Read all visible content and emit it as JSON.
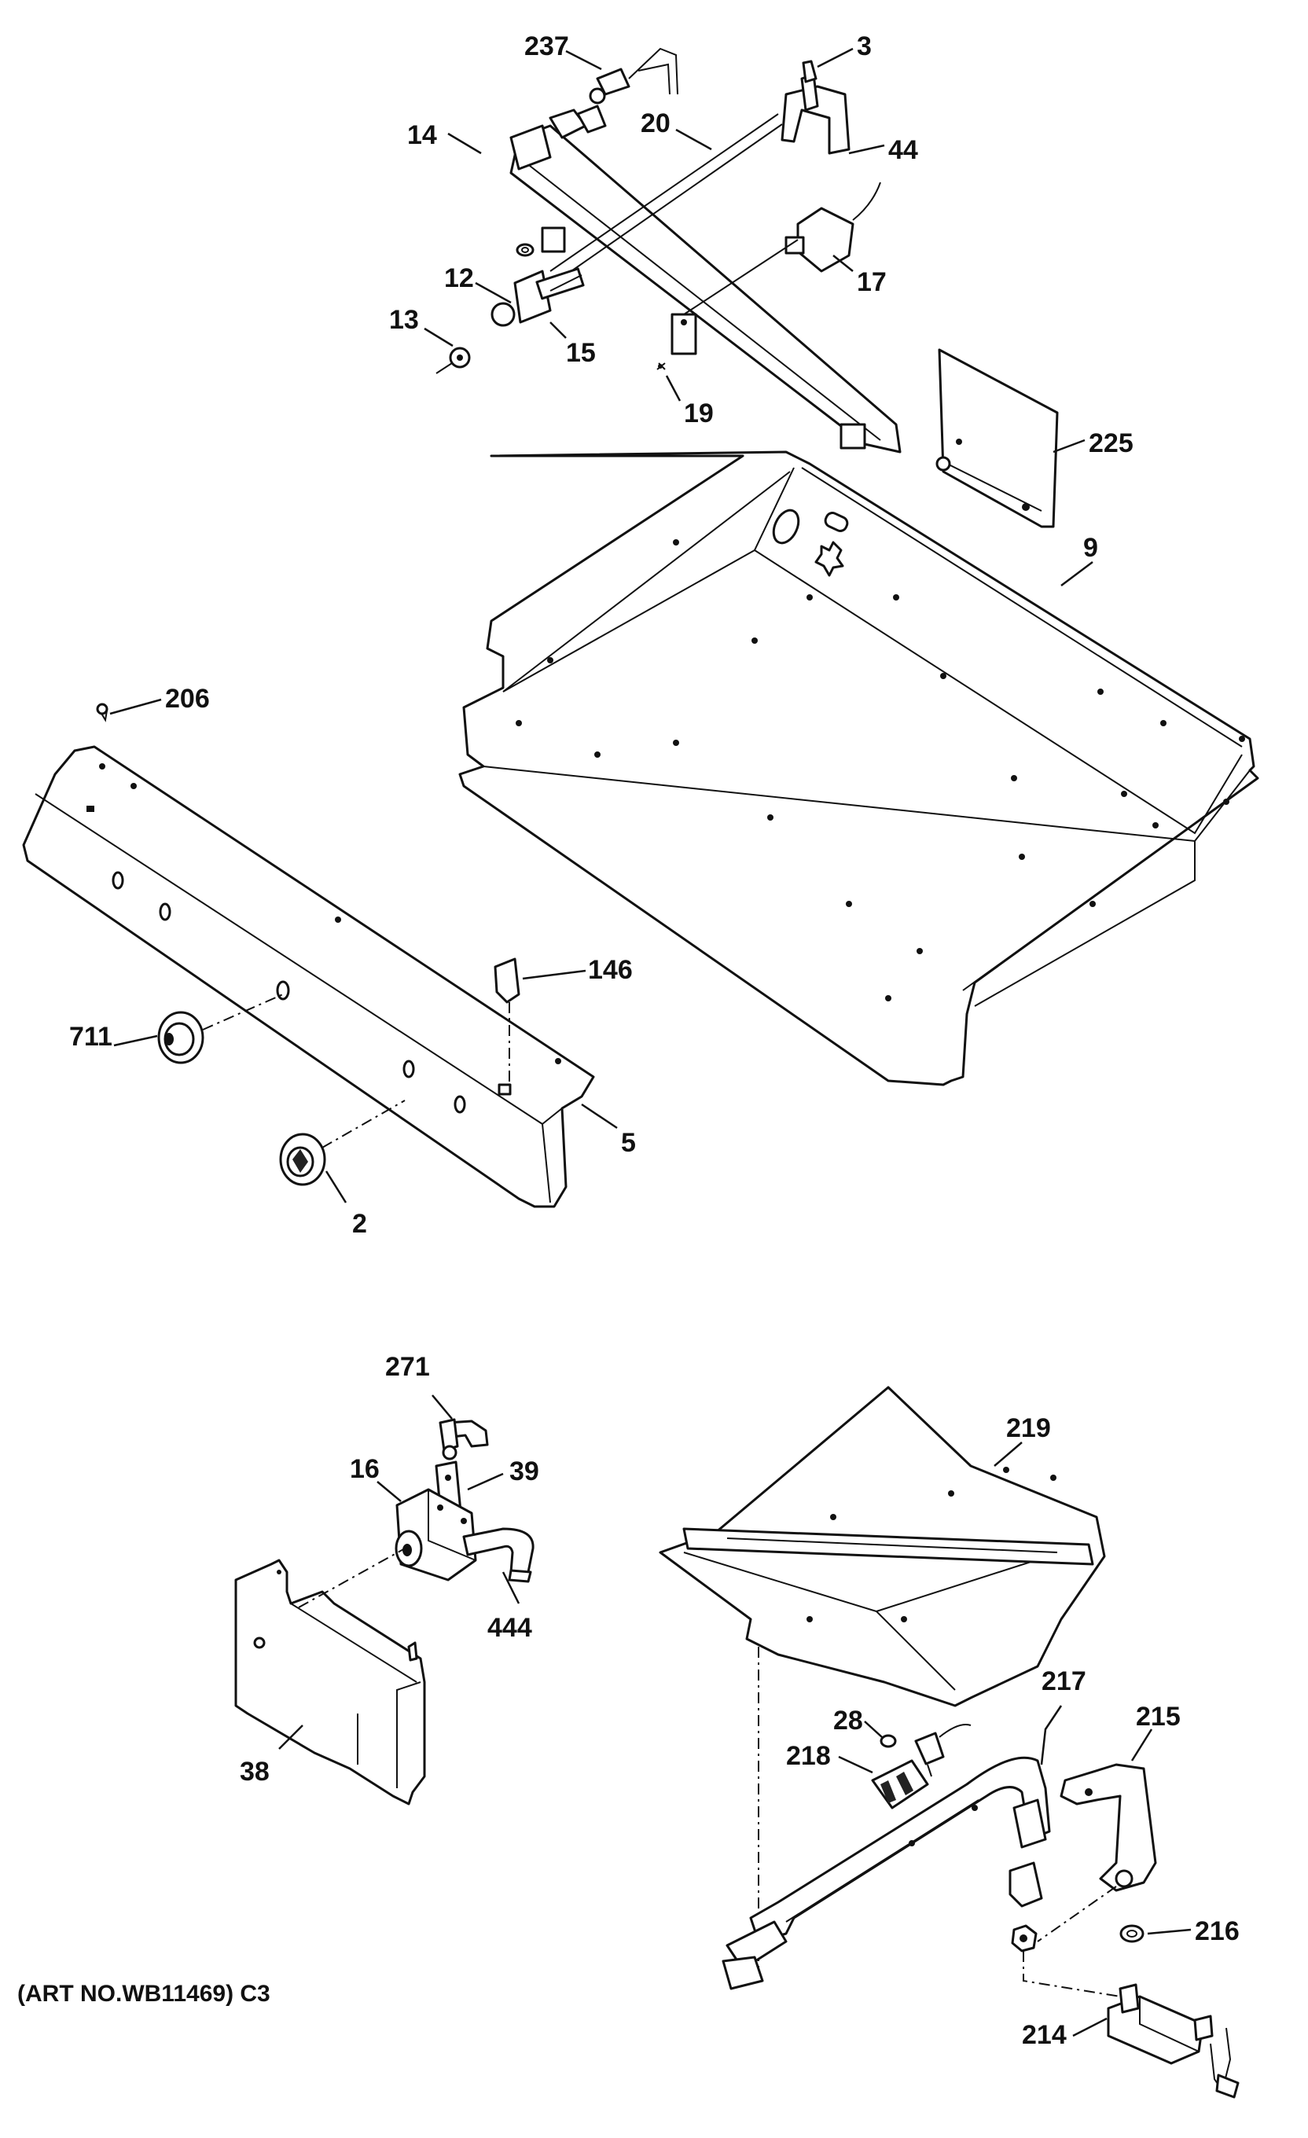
{
  "callouts": {
    "c237": "237",
    "c3": "3",
    "c20": "20",
    "c14": "14",
    "c44": "44",
    "c12": "12",
    "c17": "17",
    "c13": "13",
    "c15": "15",
    "c19": "19",
    "c225": "225",
    "c9": "9",
    "c206": "206",
    "c146": "146",
    "c711": "711",
    "c5": "5",
    "c2": "2",
    "c271": "271",
    "c16": "16",
    "c39": "39",
    "c219": "219",
    "c444": "444",
    "c38": "38",
    "c217": "217",
    "c28": "28",
    "c215": "215",
    "c218": "218",
    "c216": "216",
    "c214": "214"
  },
  "caption": "(ART NO.WB11469) C3"
}
